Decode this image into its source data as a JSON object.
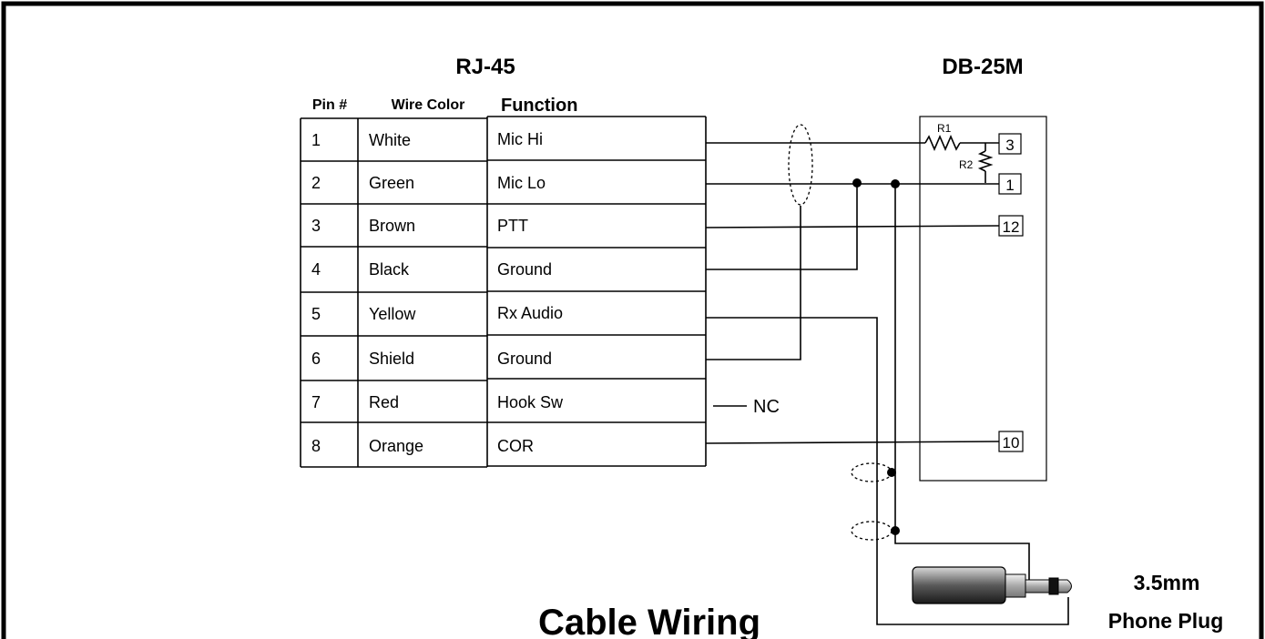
{
  "rj45": {
    "title": "RJ-45",
    "columns": {
      "pin": "Pin #",
      "color": "Wire Color",
      "function": "Function"
    },
    "rows": [
      {
        "pin": "1",
        "color": "White",
        "function": "Mic Hi"
      },
      {
        "pin": "2",
        "color": "Green",
        "function": "Mic Lo"
      },
      {
        "pin": "3",
        "color": "Brown",
        "function": "PTT"
      },
      {
        "pin": "4",
        "color": "Black",
        "function": "Ground"
      },
      {
        "pin": "5",
        "color": "Yellow",
        "function": "Rx Audio"
      },
      {
        "pin": "6",
        "color": "Shield",
        "function": "Ground"
      },
      {
        "pin": "7",
        "color": "Red",
        "function": "Hook Sw"
      },
      {
        "pin": "8",
        "color": "Orange",
        "function": "COR"
      }
    ]
  },
  "db25": {
    "title": "DB-25M",
    "pins": [
      "3",
      "1",
      "12",
      "10"
    ]
  },
  "resistors": {
    "r1": "R1",
    "r2": "R2"
  },
  "nc_label": "NC",
  "plug": {
    "line1": "3.5mm",
    "line2": "Phone Plug"
  },
  "caption": "Cable Wiring"
}
